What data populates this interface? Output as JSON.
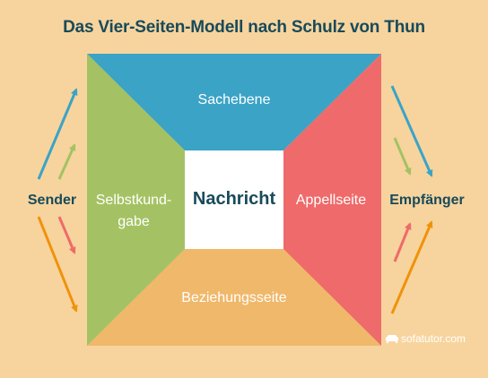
{
  "title": "Das Vier-Seiten-Modell nach Schulz von Thun",
  "sides": {
    "top": {
      "label": "Sachebene",
      "color": "#3ba3c6"
    },
    "left": {
      "label_line1": "Selbstkund-",
      "label_line2": "gabe",
      "color": "#a4c263"
    },
    "right": {
      "label": "Appellseite",
      "color": "#ef6a6a"
    },
    "bottom": {
      "label": "Beziehungsseite",
      "color": "#f0b86a"
    }
  },
  "center": {
    "label": "Nachricht"
  },
  "sender": {
    "label": "Sender"
  },
  "receiver": {
    "label": "Empfänger"
  },
  "arrow_colors": {
    "blue": "#3ba3c6",
    "green": "#a4c263",
    "red": "#ef6a6a",
    "orange": "#f0920a"
  },
  "brand": {
    "label": "sofatutor.com",
    "icon": "sofa-icon"
  }
}
